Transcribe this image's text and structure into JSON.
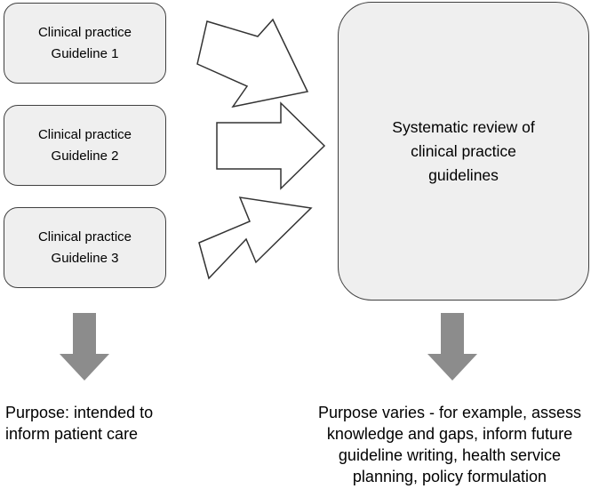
{
  "guidelines": [
    {
      "label": "Clinical practice\nGuideline 1"
    },
    {
      "label": "Clinical practice\nGuideline 2"
    },
    {
      "label": "Clinical practice\nGuideline 3"
    }
  ],
  "review": {
    "label": "Systematic review of\nclinical practice\nguidelines"
  },
  "purpose_left": "Purpose: intended to\ninform patient care",
  "purpose_right": "Purpose varies - for example, assess\nknowledge and gaps, inform future\nguideline writing, health service\nplanning, policy formulation",
  "colors": {
    "box_fill": "#efefef",
    "box_border": "#404040",
    "arrow_outline": "#333333",
    "down_arrow_fill": "#8c8c8c"
  }
}
